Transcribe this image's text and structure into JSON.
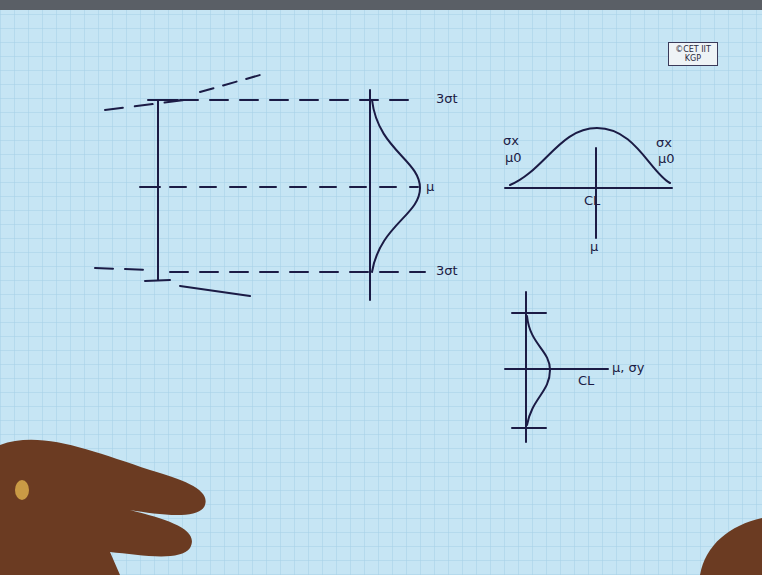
{
  "diagram": {
    "nodes": [
      {
        "text": [
          "©CET IIT KGP"
        ]
      }
    ],
    "labels": [
      "3σt",
      "μ",
      "3σt",
      "σx",
      "μ0",
      "σx",
      "μ0",
      "CL",
      "μ",
      "μ, σy",
      "CL"
    ]
  }
}
